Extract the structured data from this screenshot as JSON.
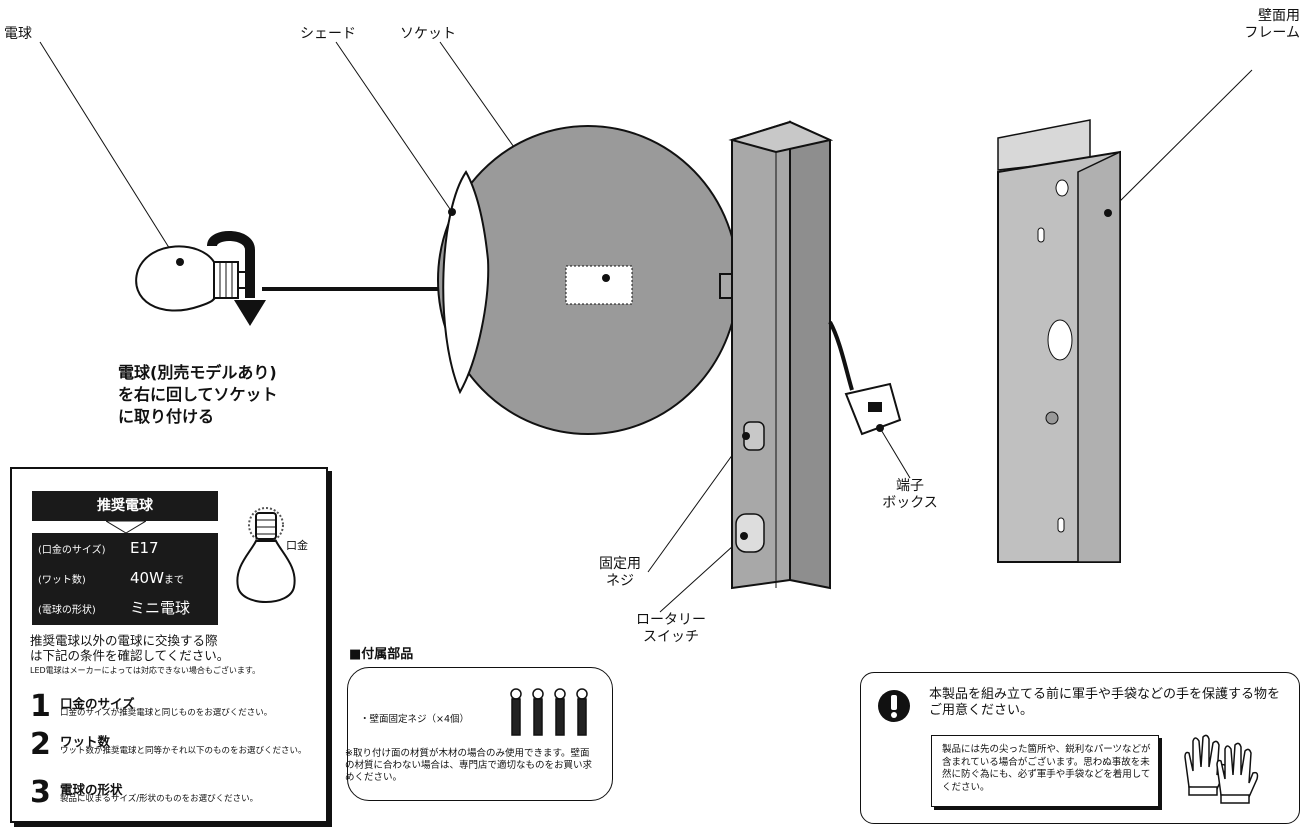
{
  "labels": {
    "bulb": "電球",
    "shade": "シェード",
    "socket": "ソケット",
    "wall_frame_line1": "壁面用",
    "wall_frame_line2": "フレーム",
    "terminal_line1": "端子",
    "terminal_line2": "ボックス",
    "fix_screw_line1": "固定用",
    "fix_screw_line2": "ネジ",
    "rotary_line1": "ロータリー",
    "rotary_line2": "スイッチ",
    "kuchigane": "口金"
  },
  "instruction": {
    "line1": "電球(別売モデルあり)",
    "line2": "を右に回してソケット",
    "line3": "に取り付ける"
  },
  "recommended": {
    "header": "推奨電球",
    "specs": [
      {
        "key": "(口金のサイズ)",
        "value": "E17",
        "suffix": ""
      },
      {
        "key": "(ワット数)",
        "value": "40W",
        "suffix": "まで"
      },
      {
        "key": "(電球の形状)",
        "value": "ミニ電球",
        "suffix": ""
      }
    ],
    "note_line1": "推奨電球以外の電球に交換する際",
    "note_line2": "は下記の条件を確認してください。",
    "small_note": "LED電球はメーカーによっては対応できない場合もございます。",
    "conditions": [
      {
        "num": "1",
        "title": "口金のサイズ",
        "desc": "口金のサイズが推奨電球と同じものをお選びください。"
      },
      {
        "num": "2",
        "title": "ワット数",
        "desc": "ワット数が推奨電球と同等かそれ以下のものをお選びください。"
      },
      {
        "num": "3",
        "title": "電球の形状",
        "desc": "製品に収まるサイズ/形状のものをお選びください。"
      }
    ]
  },
  "accessories": {
    "title": "■付属部品",
    "screw_label": "・壁面固定ネジ（×4個）",
    "note": "※取り付け面の材質が木材の場合のみ使用できます。壁面の材質に合わない場合は、専門店で適切なものをお買い求めください。"
  },
  "warning": {
    "text": "本製品を組み立てる前に軍手や手袋などの手を保護する物をご用意ください。",
    "inner": "製品には先の尖った箇所や、鋭利なパーツなどが含まれている場合がございます。思わぬ事故を未然に防ぐ為にも、必ず軍手や手袋などを着用してください。"
  },
  "colors": {
    "shade": "#9a9a9a",
    "panel": "#a8a8a8",
    "panel_dark": "#8e8e8e",
    "frame": "#c0c0c0",
    "box_dark": "#1a1a1a"
  },
  "icons": [
    "exclamation-icon",
    "gloves-icon",
    "screw-icon",
    "bulb-icon",
    "rotate-arrow-icon"
  ]
}
